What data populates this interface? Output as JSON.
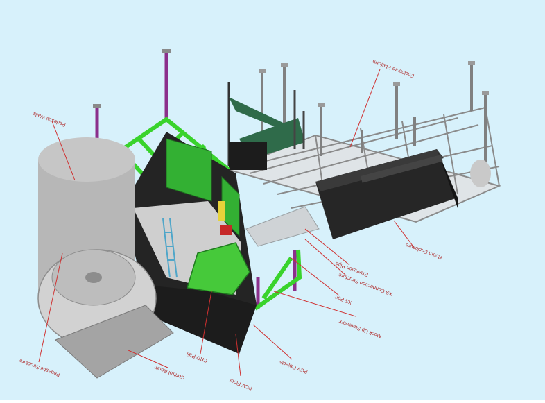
{
  "diagram": {
    "colors": {
      "background": "#d7f1fb",
      "leader": "#d03030",
      "label": "#b03030",
      "steel_green": "#39d32c",
      "steel_gray": "#a7a7a7",
      "column_purple": "#8b2f8b",
      "enclosure_black": "#222222",
      "concrete": "#bdbdbd"
    },
    "labels": {
      "pedestal_walls": "Pedestal Walls",
      "enclosure_platform": "Enclosure Platform",
      "room_enclosure": "Room Enclosure",
      "extension_pipe": "Extension Pipe",
      "xs_connection": "XS Connection Structure",
      "xs_port": "XS Port",
      "mock_up_steelwork": "Mock Up Steelwork",
      "pcv_objects": "PCV Objects",
      "pcv_floor": "PCV Floor",
      "crd_rail": "CRD Rail",
      "control_room": "Control Room",
      "pedestal_structure": "Pedestal Structure"
    }
  }
}
